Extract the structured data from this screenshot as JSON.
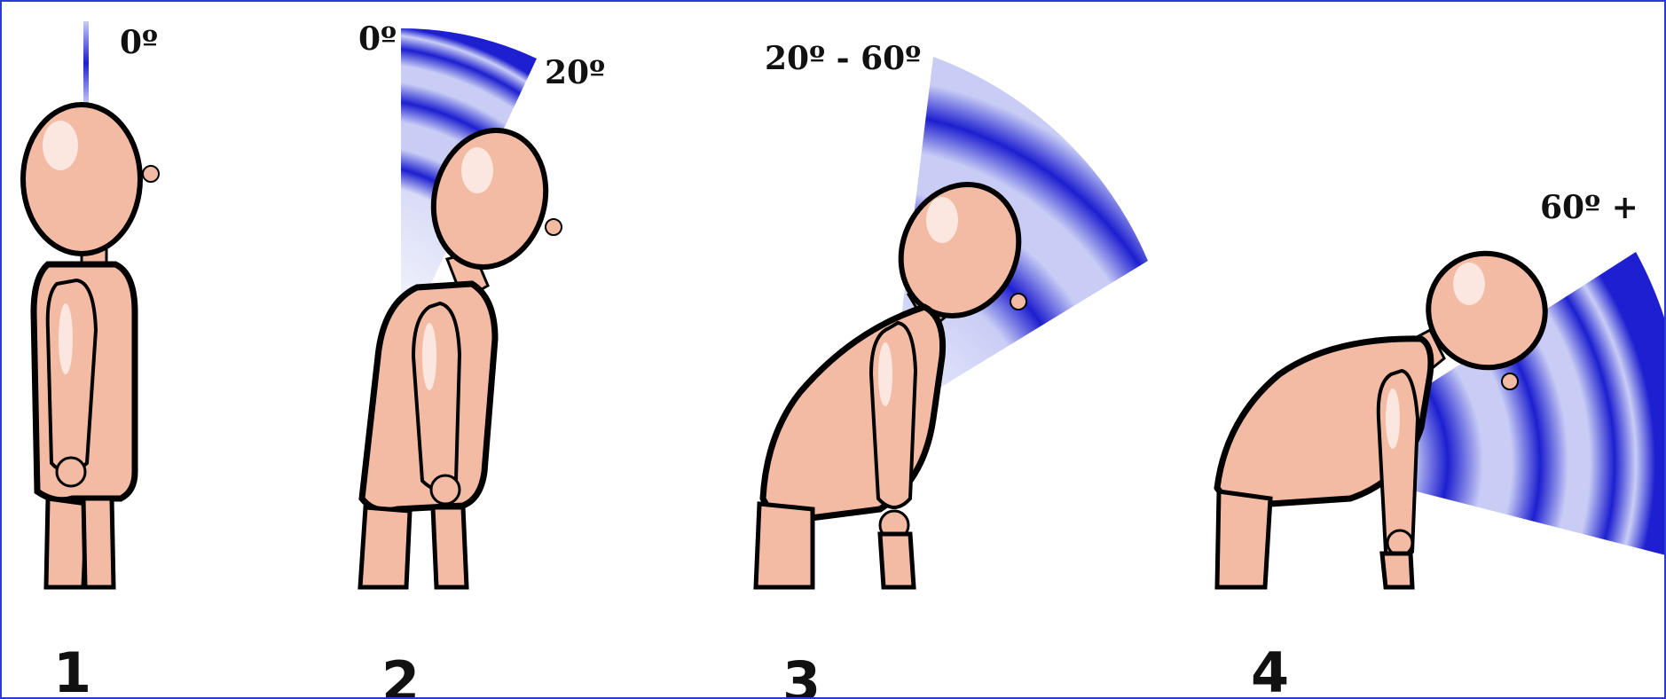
{
  "figure": {
    "panels": [
      {
        "number": "1",
        "angle_labels": [
          "0º"
        ]
      },
      {
        "number": "2",
        "angle_labels": [
          "0º",
          "20º"
        ]
      },
      {
        "number": "3",
        "angle_labels": [
          "20º - 60º"
        ]
      },
      {
        "number": "4",
        "angle_labels": [
          "60º +"
        ]
      }
    ],
    "colors": {
      "frame_border": "#2a3bd6",
      "wedge_light": "#c9cdf5",
      "wedge_band": "#1d1fd0",
      "skin": "#f4bba4",
      "outline": "#000000"
    }
  }
}
